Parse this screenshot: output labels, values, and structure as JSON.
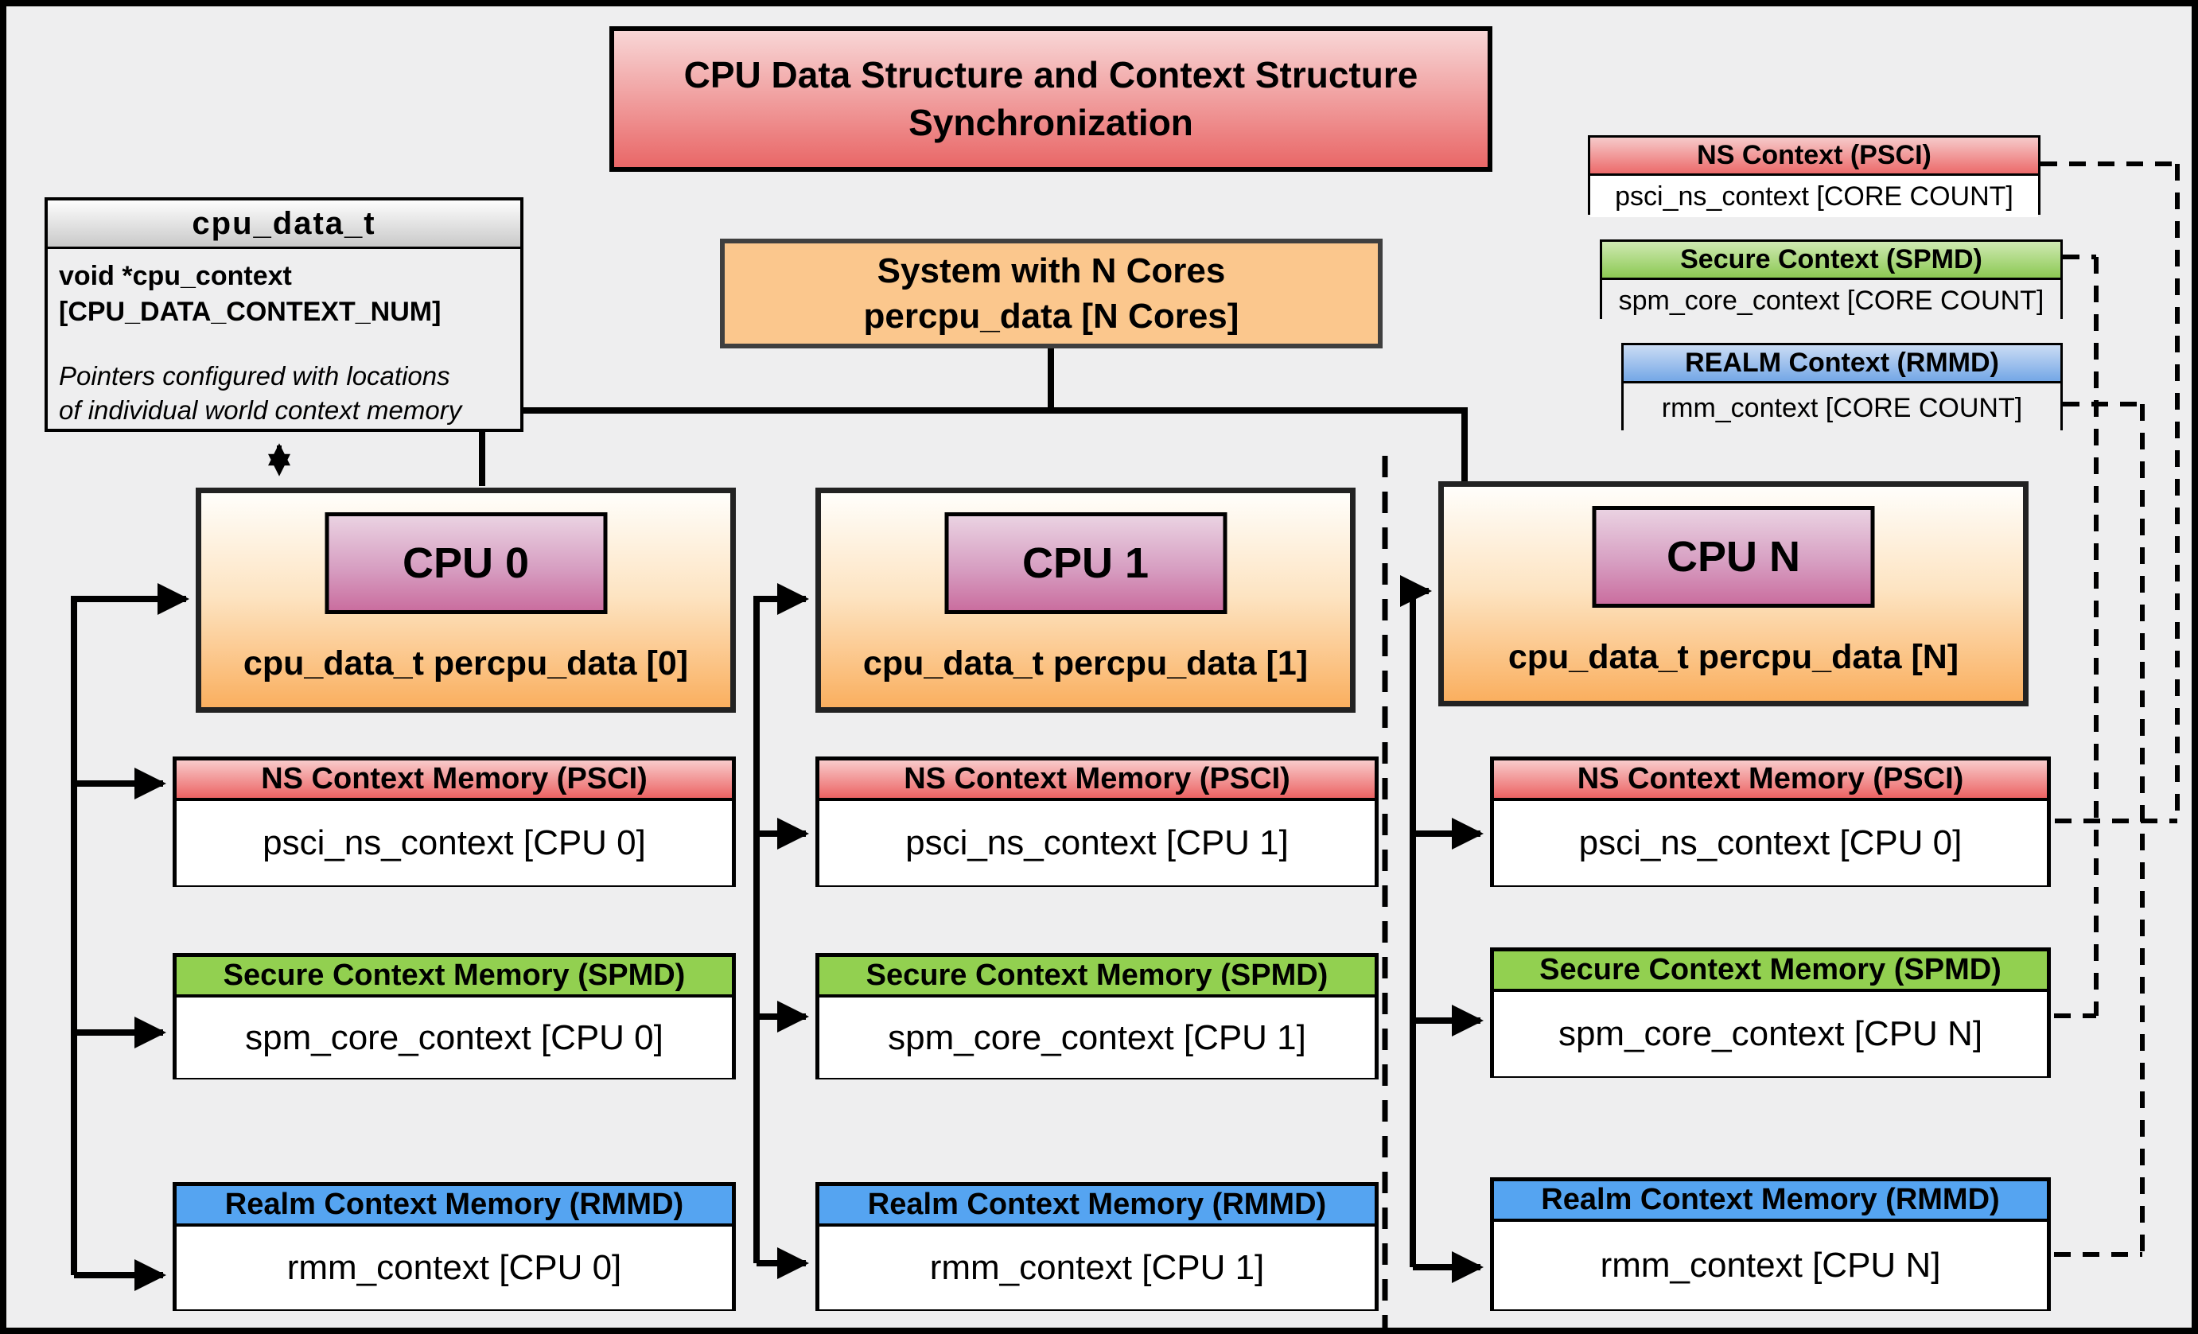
{
  "title": {
    "line1": "CPU Data Structure and Context Structure",
    "line2": "Synchronization"
  },
  "cpu_data_t": {
    "header": "cpu_data_t",
    "field_line1": "void *cpu_context",
    "field_line2": "[CPU_DATA_CONTEXT_NUM]",
    "note_line1": "Pointers configured with locations",
    "note_line2": "of individual world context memory"
  },
  "system": {
    "line1": "System with N Cores",
    "line2": "percpu_data [N Cores]"
  },
  "legend": [
    {
      "header": "NS Context  (PSCI)",
      "body": "psci_ns_context [CORE COUNT]"
    },
    {
      "header": "Secure Context (SPMD)",
      "body": "spm_core_context [CORE COUNT]"
    },
    {
      "header": "REALM Context (RMMD)",
      "body": "rmm_context [CORE COUNT]"
    }
  ],
  "columns": [
    {
      "cpu_label": "CPU 0",
      "data_label": "cpu_data_t percpu_data [0]",
      "ns": {
        "header": "NS Context Memory (PSCI)",
        "body": "psci_ns_context [CPU 0]"
      },
      "secure": {
        "header": "Secure Context Memory (SPMD)",
        "body": "spm_core_context [CPU 0]"
      },
      "realm": {
        "header": "Realm Context Memory (RMMD)",
        "body": "rmm_context [CPU 0]"
      }
    },
    {
      "cpu_label": "CPU 1",
      "data_label": "cpu_data_t percpu_data [1]",
      "ns": {
        "header": "NS Context Memory (PSCI)",
        "body": "psci_ns_context [CPU 1]"
      },
      "secure": {
        "header": "Secure Context Memory (SPMD)",
        "body": "spm_core_context [CPU 1]"
      },
      "realm": {
        "header": "Realm Context Memory (RMMD)",
        "body": "rmm_context [CPU 1]"
      }
    },
    {
      "cpu_label": "CPU N",
      "data_label": "cpu_data_t percpu_data [N]",
      "ns": {
        "header": "NS Context Memory (PSCI)",
        "body": "psci_ns_context [CPU 0]"
      },
      "secure": {
        "header": "Secure Context Memory (SPMD)",
        "body": "spm_core_context [CPU N]"
      },
      "realm": {
        "header": "Realm Context Memory (RMMD)",
        "body": "rmm_context [CPU N]"
      }
    }
  ],
  "colors": {
    "background": "#eeeeef",
    "red_header": "#ec6363",
    "green_header": "#92d050",
    "blue_header": "#55a4f1",
    "orange_box": "#fbc78d",
    "pink_chip": "#ca6e9f",
    "cpu_gradient_bottom": "#faaf5f",
    "line": "#000000"
  }
}
